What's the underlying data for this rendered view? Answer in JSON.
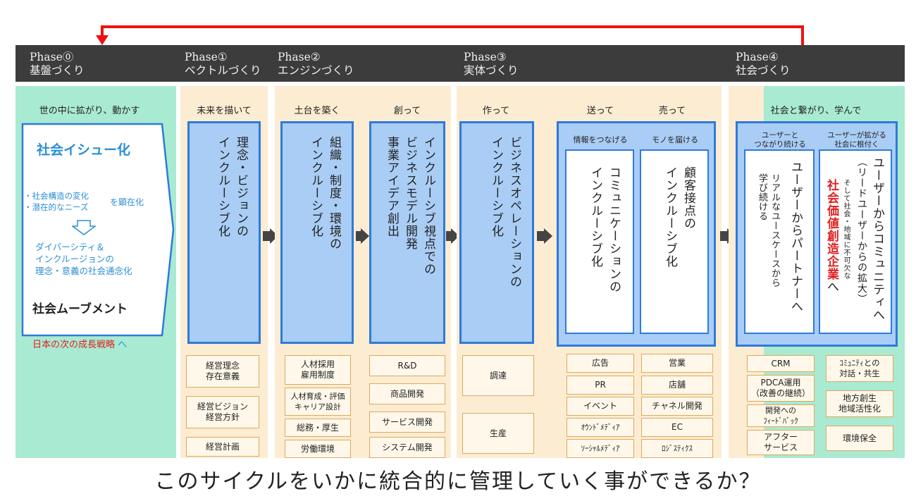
{
  "colors": {
    "band": "#3c3c3c",
    "arrow": "#ee1111",
    "green": "#a9ead2",
    "cream": "#fcecd2",
    "blue_fill": "#a9cdf5",
    "blue_border": "#2f7ad9",
    "accent_text": "#2b8fd6",
    "red_text": "#e02020",
    "tag_border": "#e0a85c"
  },
  "phases": [
    {
      "l1": "Phase⓪",
      "l2": "基盤づくり"
    },
    {
      "l1": "Phase①",
      "l2": "ベクトルづくり"
    },
    {
      "l1": "Phase②",
      "l2": "エンジンづくり"
    },
    {
      "l1": "Phase③",
      "l2": "実体づくり"
    },
    {
      "l1": "Phase④",
      "l2": "社会づくり"
    }
  ],
  "col0": {
    "title": "世の中に拡がり、動かす",
    "issue": "社会イシュー化",
    "bullets": [
      "・社会構造の変化",
      "・潜在的なニーズ"
    ],
    "bullet_suffix": "を顕在化",
    "dni": [
      "ダイバーシティ＆",
      "インクルージョンの",
      "理念・意義の社会通念化"
    ],
    "movement": "社会ムーブメント",
    "strategy": "日本の次の成長戦略",
    "strategy_arrow": "へ"
  },
  "col1": {
    "title": "未来を描いて",
    "vertical": [
      "理念・ビジョンの",
      "インクルーシブ化"
    ],
    "tags": [
      [
        "経営理念",
        "存在意義"
      ],
      [
        "経営ビジョン",
        "経営方針"
      ],
      [
        "経営計画"
      ]
    ]
  },
  "col2": {
    "title_a": "土台を築く",
    "title_b": "創って",
    "vertical_a": [
      "組織・制度・環境の",
      "インクルーシブ化"
    ],
    "vertical_b": [
      "インクルーシブ視点での",
      "ビジネスモデル開発",
      "事業アイデア創出"
    ],
    "tags_a": [
      [
        "人材採用",
        "雇用制度"
      ],
      [
        "人材育成・評価",
        "キャリア設計"
      ],
      [
        "総務・厚生"
      ],
      [
        "労働環境"
      ]
    ],
    "tags_b": [
      "R&D",
      "商品開発",
      "サービス開発",
      "システム開発"
    ]
  },
  "col3": {
    "title_a": "作って",
    "title_b": "送って",
    "title_c": "売って",
    "vertical_a": [
      "ビジネスオペレーションの",
      "インクルーシブ化"
    ],
    "sub_b": "情報をつなげる",
    "sub_c": "モノを届ける",
    "vertical_b": [
      "コミュニケーションの",
      "インクルーシブ化"
    ],
    "vertical_c": [
      "顧客接点の",
      "インクルーシブ化"
    ],
    "tags_a": [
      "調達",
      "生産"
    ],
    "tags_b": [
      "広告",
      "PR",
      "イベント",
      "ｵｳﾝﾄﾞﾒﾃﾞｨｱ",
      "ｿｰｼｬﾙﾒﾃﾞｨｱ"
    ],
    "tags_c": [
      "営業",
      "店舗",
      "チャネル開発",
      "EC",
      "ﾛｼﾞｽﾃｨｸｽ"
    ]
  },
  "col4": {
    "title": "社会と繋がり、学んで",
    "sub_a": [
      "ユーザーと",
      "つながり続ける"
    ],
    "sub_b": [
      "ユーザーが拡がる",
      "社会に根付く"
    ],
    "vertical_a_main": "ユーザーからパートナーへ",
    "vertical_a_sub": [
      "リアルなユースケースから",
      "学び続ける"
    ],
    "vertical_b_main": [
      "ユーザーからコミュニティへ",
      "（リードユーザーからの拡大）"
    ],
    "vertical_b_small": "そして社会・地域に不可欠な",
    "vertical_b_red": "社会価値創造企業",
    "vertical_b_end": "へ",
    "tags_a": [
      [
        "CRM"
      ],
      [
        "PDCA運用",
        "（改善の継続）"
      ],
      [
        "開発への",
        "ﾌｨｰﾄﾞﾊﾞｯｸ"
      ],
      [
        "アフター",
        "サービス"
      ]
    ],
    "tags_b": [
      [
        "ｺﾐｭﾆﾃｨとの",
        "対話・共生"
      ],
      [
        "地方創生",
        "地域活性化"
      ],
      [
        "環境保全"
      ]
    ]
  },
  "question": "このサイクルをいかに統合的に管理していく事ができるか？"
}
